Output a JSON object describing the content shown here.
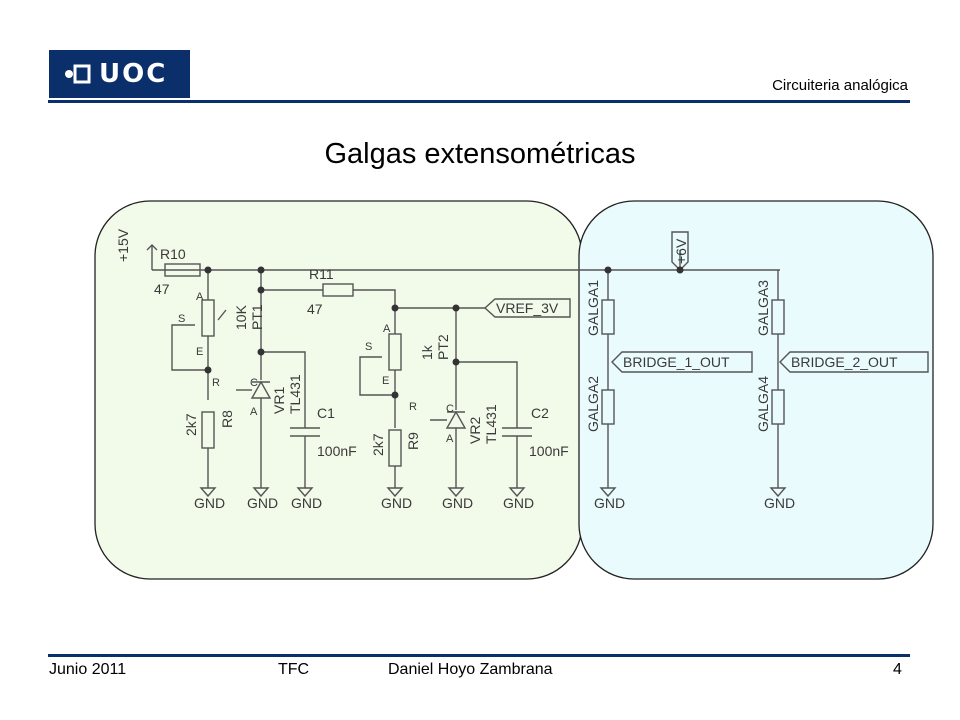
{
  "header": {
    "logo_text": "UOC",
    "section": "Circuiteria analógica"
  },
  "slide": {
    "title": "Galgas extensométricas"
  },
  "schematic": {
    "supply_15v": "+15V",
    "supply_6v": "+6V",
    "r10": "R10",
    "r10_val": "47",
    "r11": "R11",
    "r11_val": "47",
    "pt1_val": "10K",
    "pt1": "PT1",
    "pt2_val": "1k",
    "pt2": "PT2",
    "vr1": "VR1",
    "vr1_part": "TL431",
    "vr2": "VR2",
    "vr2_part": "TL431",
    "r8": "R8",
    "r8_val": "2k7",
    "r9": "R9",
    "r9_val": "2k7",
    "c1": "C1",
    "c1_val": "100nF",
    "c2": "C2",
    "c2_val": "100nF",
    "vref": "VREF_3V",
    "galga1": "GALGA1",
    "galga2": "GALGA2",
    "galga3": "GALGA3",
    "galga4": "GALGA4",
    "bridge1": "BRIDGE_1_OUT",
    "bridge2": "BRIDGE_2_OUT",
    "gnd": "GND",
    "pin_a": "A",
    "pin_c": "C",
    "pin_s": "S",
    "pin_e": "E",
    "pin_r": "R"
  },
  "colors": {
    "brand": "#0a2f6b",
    "left_panel": "#f2faea",
    "right_panel": "#eafbfd"
  },
  "footer": {
    "date": "Junio 2011",
    "project": "TFC",
    "author": "Daniel Hoyo Zambrana",
    "page": "4"
  }
}
